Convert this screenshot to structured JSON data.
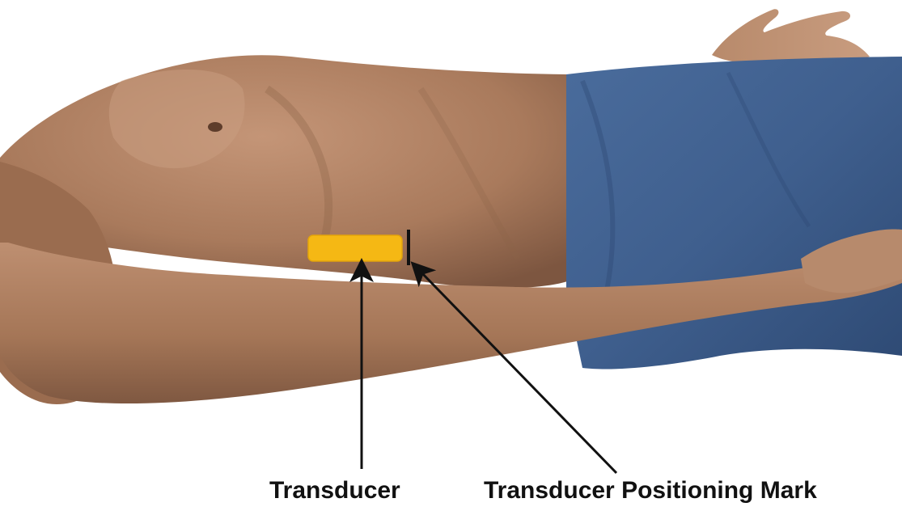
{
  "labels": {
    "transducer": "Transducer",
    "positioning_mark": "Transducer Positioning Mark"
  },
  "colors": {
    "background": "#ffffff",
    "skin": "#a97a5c",
    "skin_shadow": "#7d5640",
    "skin_highlight": "#c9997a",
    "pants": "#3f5f8e",
    "pants_shadow": "#2e4a74",
    "transducer": "#f5b814",
    "mark": "#111111",
    "arrow": "#111111",
    "text": "#111111"
  },
  "icons": {
    "figure": "reclining-torso-figure",
    "probe": "transducer-probe",
    "mark": "positioning-mark"
  }
}
